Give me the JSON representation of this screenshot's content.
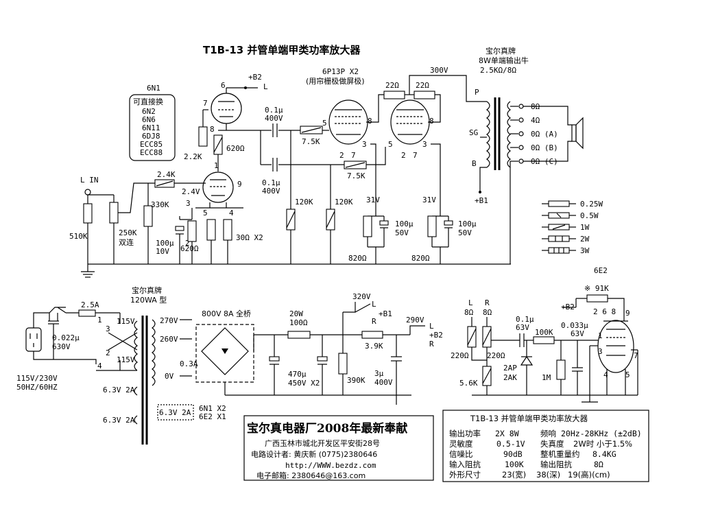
{
  "title": "T1B-13 并管单端甲类功率放大器",
  "brand_block": {
    "brand": "宝尔真牌",
    "line2": "8W单端输出牛",
    "line3": "2.5KΩ/8Ω"
  },
  "tube_6n1": {
    "name": "6N1",
    "subs_title": "可直接换",
    "subs": [
      "6N2",
      "6N6",
      "6N11",
      "6DJ8",
      "ECC85",
      "ECC88"
    ]
  },
  "tube_6p13p": {
    "line1": "6P13P X2",
    "line2": "(用帘栅极做屏极)"
  },
  "labels": {
    "b2_top": "+B2",
    "b2_L": "L",
    "v300": "300V",
    "r22a": "22Ω",
    "r22b": "22Ω",
    "p": "P",
    "sg": "SG",
    "b": "B",
    "b1": "+B1",
    "o8": "8Ω",
    "o4": "4Ω",
    "oa": "0Ω (A)",
    "ob": "0Ω (B)",
    "oc": "0Ω (C)",
    "lin": "L IN",
    "r24": "2.4K",
    "v24": "2.4V",
    "pin9": "9",
    "r330": "330K",
    "r510": "510K",
    "r250": "250K",
    "dual": "双连",
    "c100u": "100μ",
    "c10v": "10V",
    "r620": "620Ω",
    "r620b": "620Ω",
    "r30": "30Ω X2",
    "r22k": "2.2K",
    "c01a": "0.1μ",
    "c400a": "400V",
    "c01b": "0.1μ",
    "c400b": "400V",
    "r75a": "7.5K",
    "r75b": "7.5K",
    "r120a": "120K",
    "r120b": "120K",
    "v31a": "31V",
    "v31b": "31V",
    "c100a": "100μ",
    "c50a": "50V",
    "c100b": "100μ",
    "c50b": "50V",
    "r820a": "820Ω",
    "r820b": "820Ω",
    "p6": "6",
    "p7": "7",
    "p8": "8",
    "p1": "1",
    "p2": "2",
    "p3": "3",
    "p4": "4",
    "p5": "5",
    "pa5": "5",
    "pa8": "8",
    "pa2": "2",
    "pa7": "7",
    "pa3": "3",
    "pb5": "5",
    "pb8": "8",
    "pb2": "2",
    "pb7": "7",
    "pb3": "3"
  },
  "legend": [
    "0.25W",
    "0.5W",
    "1W",
    "2W",
    "3W"
  ],
  "psu": {
    "brand": "宝尔真牌",
    "model": "120WA 型",
    "fuse": "2.5A",
    "c022": "0.022μ",
    "c630": "630V",
    "mains": "115V/230V",
    "freq": "50HZ/60HZ",
    "v115a": "115V",
    "v115b": "115V",
    "n1": "1",
    "n2": "2",
    "n3": "3",
    "n4": "4",
    "h1": "6.3V  2A",
    "h2": "6.3V  2A",
    "h3": "6.3V  2A",
    "heater_note1": "6N1 X2",
    "heater_note2": "6E2 X1",
    "v270": "270V",
    "v260": "260V",
    "v0": "0V",
    "i03": "0.3A",
    "bridge": "800V 8A 全桥",
    "r20w": "20W",
    "r100": "100Ω",
    "c470": "470μ",
    "c450": "450V X2",
    "v320": "320V",
    "pl": "L",
    "pb1": "+B1",
    "pr": "R",
    "v290": "290V",
    "ql": "L",
    "qb2": "+B2",
    "qr": "R",
    "r39": "3.9K",
    "r390": "390K",
    "c3u": "3μ",
    "c400": "400V"
  },
  "indicator": {
    "tube": "6E2",
    "r91": "※ 91K",
    "b2": "+B2",
    "pins_top": "2 6 8",
    "p9": "9",
    "l": "L",
    "r": "R",
    "l8": "8Ω",
    "r8": "8Ω",
    "c01": "0.1μ",
    "c63": "63V",
    "r100k": "100K",
    "c033": "0.033μ",
    "c63b": "63V",
    "r220a": "220Ω",
    "r220b": "220Ω",
    "r56": "5.6K",
    "d2ap": "2AP",
    "d2ak": "2AK",
    "r1m": "1M",
    "p1": "1",
    "p3": "3",
    "p7": "7",
    "p4": "4",
    "p5": "5"
  },
  "footer": {
    "title": "宝尔真电器厂2008年最新奉献",
    "address": "广西玉林市城北开发区平安街28号",
    "designer": "电路设计者: 黄庆新   (0775)2380646",
    "web": "http://WWW.bezdz.com",
    "email": "电子邮箱: 2380646@163.com"
  },
  "spec": {
    "title": "T1B-13  并管单端甲类功率放大器",
    "rows": [
      [
        "输出功率",
        "2X  8W",
        "频响",
        "20Hz-28KHz (±2dB)"
      ],
      [
        "灵敏度",
        "0.5-1V",
        "失真度",
        "2W时  小于1.5%"
      ],
      [
        "信噪比",
        "90dB",
        "整机重量约",
        "8.4KG"
      ],
      [
        "输入阻抗",
        "100K",
        "输出阻抗",
        "8Ω"
      ],
      [
        "外形尺寸",
        "23(宽)",
        "38(深)",
        "19(高)(cm)"
      ]
    ]
  }
}
